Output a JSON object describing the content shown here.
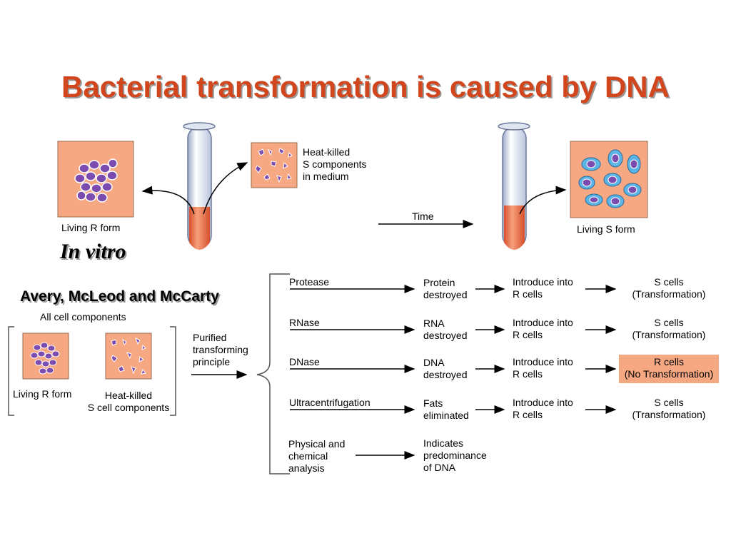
{
  "title": "Bacterial transformation is caused by DNA",
  "top": {
    "living_r_label": "Living R form",
    "heat_killed_label": [
      "Heat-killed",
      "S components",
      "in medium"
    ],
    "time_label": "Time",
    "living_s_label": "Living S form",
    "in_vitro": "In vitro"
  },
  "left": {
    "authors": "Avery, McLeod and McCarty",
    "all_components": "All cell components",
    "living_r_label": "Living R form",
    "heat_killed_label": [
      "Heat-killed",
      "S cell components"
    ],
    "purified_label": [
      "Purified",
      "transforming",
      "principle"
    ]
  },
  "rows": [
    {
      "treatment": [
        "Protease"
      ],
      "result": [
        "Protein",
        "destroyed"
      ],
      "introduce": [
        "Introduce into",
        "R cells"
      ],
      "outcome": [
        "S cells",
        "(Transformation)"
      ],
      "highlight": false
    },
    {
      "treatment": [
        "RNase"
      ],
      "result": [
        "RNA",
        "destroyed"
      ],
      "introduce": [
        "Introduce into",
        "R cells"
      ],
      "outcome": [
        "S cells",
        "(Transformation)"
      ],
      "highlight": false
    },
    {
      "treatment": [
        "DNase"
      ],
      "result": [
        "DNA",
        "destroyed"
      ],
      "introduce": [
        "Introduce into",
        "R cells"
      ],
      "outcome": [
        "R cells",
        "(No Transformation)"
      ],
      "highlight": true
    },
    {
      "treatment": [
        "Ultracentrifugation"
      ],
      "result": [
        "Fats",
        "eliminated"
      ],
      "introduce": [
        "Introduce into",
        "R cells"
      ],
      "outcome": [
        "S cells",
        "(Transformation)"
      ],
      "highlight": false
    },
    {
      "treatment": [
        "Physical and",
        "chemical",
        "analysis"
      ],
      "result": [
        "Indicates",
        "predominance",
        "of DNA"
      ],
      "introduce": [],
      "outcome": [],
      "highlight": false
    }
  ],
  "colors": {
    "title": "#d2461e",
    "panel": "#f6a882",
    "cell_purple": "#6a3c9a",
    "cell_blue": "#5ab4e6",
    "liquid": "#e8603c"
  }
}
